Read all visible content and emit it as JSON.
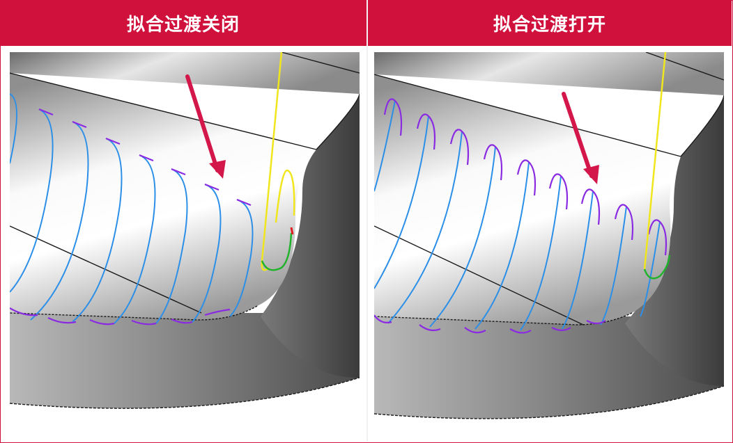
{
  "panels": [
    {
      "title": "拟合过渡关闭",
      "mode": "off"
    },
    {
      "title": "拟合过渡打开",
      "mode": "on"
    }
  ],
  "colors": {
    "header_bg": "#d0113c",
    "header_text": "#ffffff",
    "toolpath": "#2b8fe8",
    "link_move": "#8a2be2",
    "tool_axis": "#f0e61e",
    "lead_in": "#1fb32b",
    "arrow": "#d3174a",
    "edge": "#1a1a1a"
  }
}
